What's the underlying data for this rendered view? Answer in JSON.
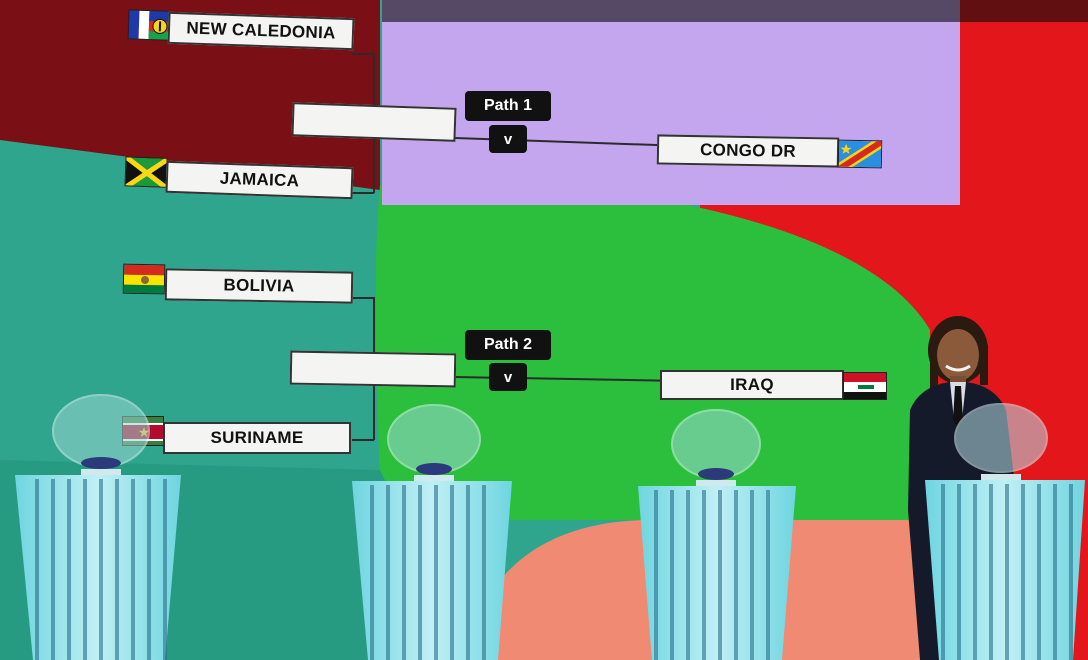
{
  "bracket": {
    "path1": {
      "label": "Path 1",
      "vs": "v",
      "team_a": "NEW CALEDONIA",
      "team_b": "JAMAICA",
      "seeded": "CONGO DR"
    },
    "path2": {
      "label": "Path 2",
      "vs": "v",
      "team_a": "BOLIVIA",
      "team_b": "SURINAME",
      "seeded": "IRAQ"
    }
  },
  "colors": {
    "maroon": "#7a0f16",
    "lavender": "#c3a6ee",
    "teal": "#2ea58c",
    "green": "#2bbf3d",
    "red": "#e3161c",
    "salmon": "#f08a72"
  },
  "icons": [
    "france-flag",
    "new-caledonia-flag",
    "jamaica-flag",
    "bolivia-flag",
    "suriname-flag",
    "congo-dr-flag",
    "iraq-flag",
    "draw-pot-icon"
  ]
}
